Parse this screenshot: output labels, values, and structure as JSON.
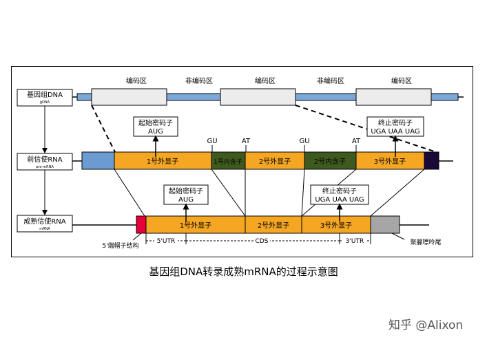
{
  "rows": {
    "gdna": {
      "title": "基因组DNA",
      "sub": "gDNA"
    },
    "pre": {
      "title": "前信使RNA",
      "sub": "pre-mRNA"
    },
    "mature": {
      "title": "成熟信使RNA",
      "sub": "mRNA"
    }
  },
  "gdna_labels": {
    "coding1": "编码区",
    "noncoding1": "非编码区",
    "coding2": "编码区",
    "noncoding2": "非编码区",
    "coding3": "编码区"
  },
  "pre_segments": {
    "exon1": "1号外显子",
    "intron1": "1号内含子",
    "exon2": "2号外显子",
    "intron2": "2号内含子",
    "exon3": "3号外显子"
  },
  "pre_marks": {
    "gu1": "GU",
    "at1": "AT",
    "gu2": "GU",
    "at2": "AT"
  },
  "pre_start": {
    "line1": "起始密码子",
    "line2": "AUG"
  },
  "pre_stop": {
    "line1": "终止密码子",
    "line2": "UGA  UAA  UAG"
  },
  "mature_segments": {
    "exon1": "1号外显子",
    "exon2": "2号外显子",
    "exon3": "3号外显子"
  },
  "mature_start": {
    "line1": "起始密码子",
    "line2": "AUG"
  },
  "mature_stop": {
    "line1": "终止密码子",
    "line2": "UGA  UAA  UAG"
  },
  "mature_annotations": {
    "cap": "5'端帽子结构",
    "utr5": "5'UTR",
    "cds": "CDS",
    "utr3": "3'UTR",
    "polya": "聚腺嘌呤尾"
  },
  "caption": "基因组DNA转录成熟mRNA的过程示意图",
  "watermark": "知乎 @Alixon",
  "colors": {
    "exon": "#f5a623",
    "intron": "#3f5a1f",
    "utr": "#6b9bd1",
    "gdna_bar": "#7aa8d8",
    "cap": "#e8003a",
    "tail": "#1a0a3a",
    "polya": "#a6a6a6",
    "gdna_box": "#ececec"
  }
}
